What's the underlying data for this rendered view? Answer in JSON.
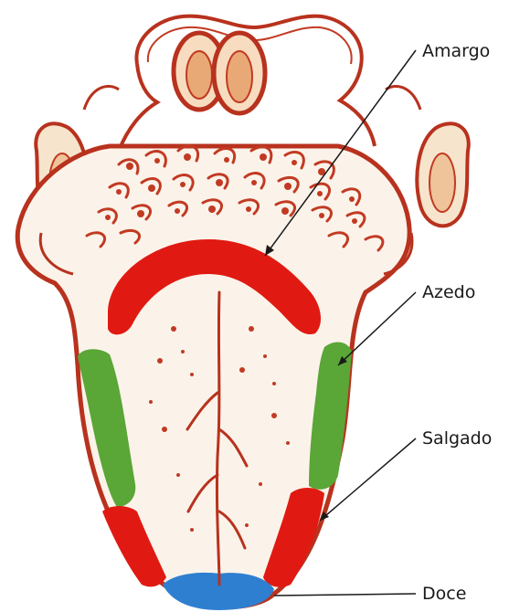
{
  "labels": {
    "amargo": "Amargo",
    "azedo": "Azedo",
    "salgado": "Salgado",
    "doce": "Doce"
  },
  "colors": {
    "outline": "#b8321e",
    "outline_dark": "#8f1d0e",
    "texture": "#c23a22",
    "texture_light": "#e8a070",
    "bitter_zone": "#e01a12",
    "sour_zone": "#5aa636",
    "salty_zone": "#e01a12",
    "sweet_zone": "#2f7fd0",
    "tonsil_fill": "#f1c89a",
    "label_text": "#1a1a1a",
    "leader_line": "#1a1a1a"
  }
}
